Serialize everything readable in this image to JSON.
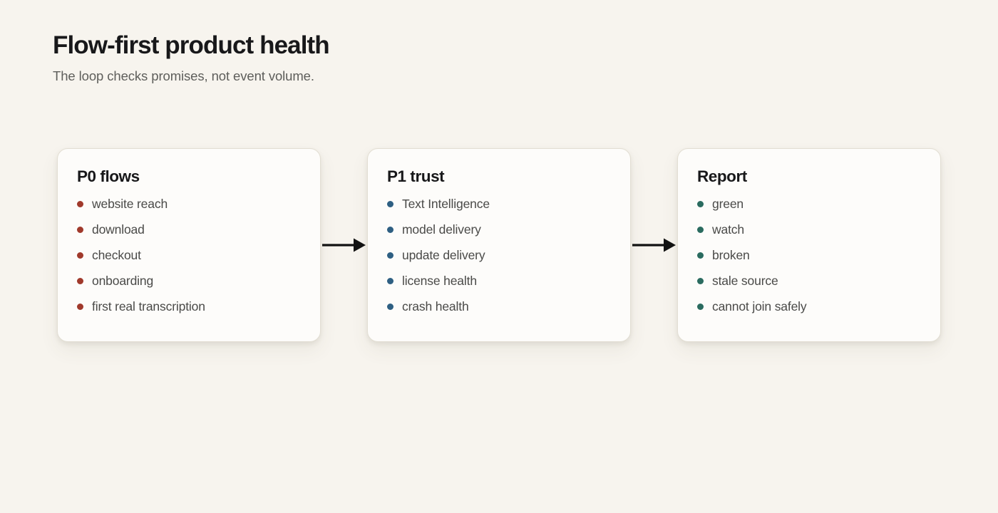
{
  "header": {
    "title": "Flow-first product health",
    "subtitle": "The loop checks promises, not event volume."
  },
  "colors": {
    "background": "#f7f4ee",
    "card_background": "#fdfcfa",
    "card_border": "#e2ded3",
    "title_text": "#18181a",
    "subtitle_text": "#5e5e5b",
    "body_text": "#4a4a48",
    "bullet_p0": "#a0392b",
    "bullet_p1": "#2e5f82",
    "bullet_report": "#2a6b5f",
    "arrow": "#121212"
  },
  "flow": {
    "cards": [
      {
        "title": "P0 flows",
        "bullet_color_class": "b-red",
        "items": [
          "website reach",
          "download",
          "checkout",
          "onboarding",
          "first real transcription"
        ]
      },
      {
        "title": "P1 trust",
        "bullet_color_class": "b-blue",
        "items": [
          "Text Intelligence",
          "model delivery",
          "update delivery",
          "license health",
          "crash health"
        ]
      },
      {
        "title": "Report",
        "bullet_color_class": "b-green",
        "items": [
          "green",
          "watch",
          "broken",
          "stale source",
          "cannot join safely"
        ]
      }
    ],
    "connectors": [
      {
        "name": "arrow-p0-to-p1",
        "direction": "right"
      },
      {
        "name": "arrow-p1-to-report",
        "direction": "right"
      }
    ]
  }
}
